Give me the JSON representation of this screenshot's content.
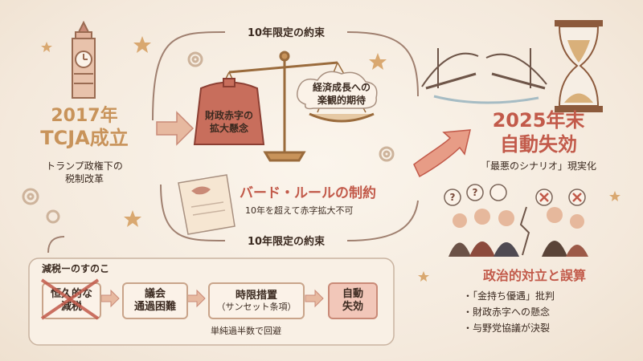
{
  "left": {
    "year": "2017年",
    "event": "TCJA成立",
    "subtitle_line1": "トランプ政権下の",
    "subtitle_line2": "税制改革"
  },
  "top_label": "10年限定の約束",
  "bottom_label": "10年限定の約束",
  "scale": {
    "left_pan_line1": "財政赤字の",
    "left_pan_line2": "拡大懸念",
    "right_pan_line1": "経済成長への",
    "right_pan_line2": "楽観的期待"
  },
  "byrd": {
    "title": "バード・ルールの制約",
    "subtitle": "10年を超えて赤字拡大不可"
  },
  "right": {
    "year": "2025年末",
    "event": "自動失効",
    "subtitle": "「最悪のシナリオ」現実化"
  },
  "conflict": {
    "title": "政治的対立と誤算",
    "bullets": [
      "・「金持ち優遇」批判",
      "・財政赤字への懸念",
      "・与野党協議が決裂"
    ]
  },
  "flow": {
    "title": "減税ーのすのこ",
    "box1_line1": "恒久的な",
    "box1_line2": "減税",
    "box2_line1": "議会",
    "box2_line2": "通過困難",
    "box3_line1": "時限措置",
    "box3_line2": "（サンセット条項）",
    "box4_line1": "自動",
    "box4_line2": "失効",
    "note": "単純過半数で回避"
  },
  "colors": {
    "accent_gold": "#c8935a",
    "accent_red": "#c25a4a",
    "ink": "#3b2a20"
  }
}
